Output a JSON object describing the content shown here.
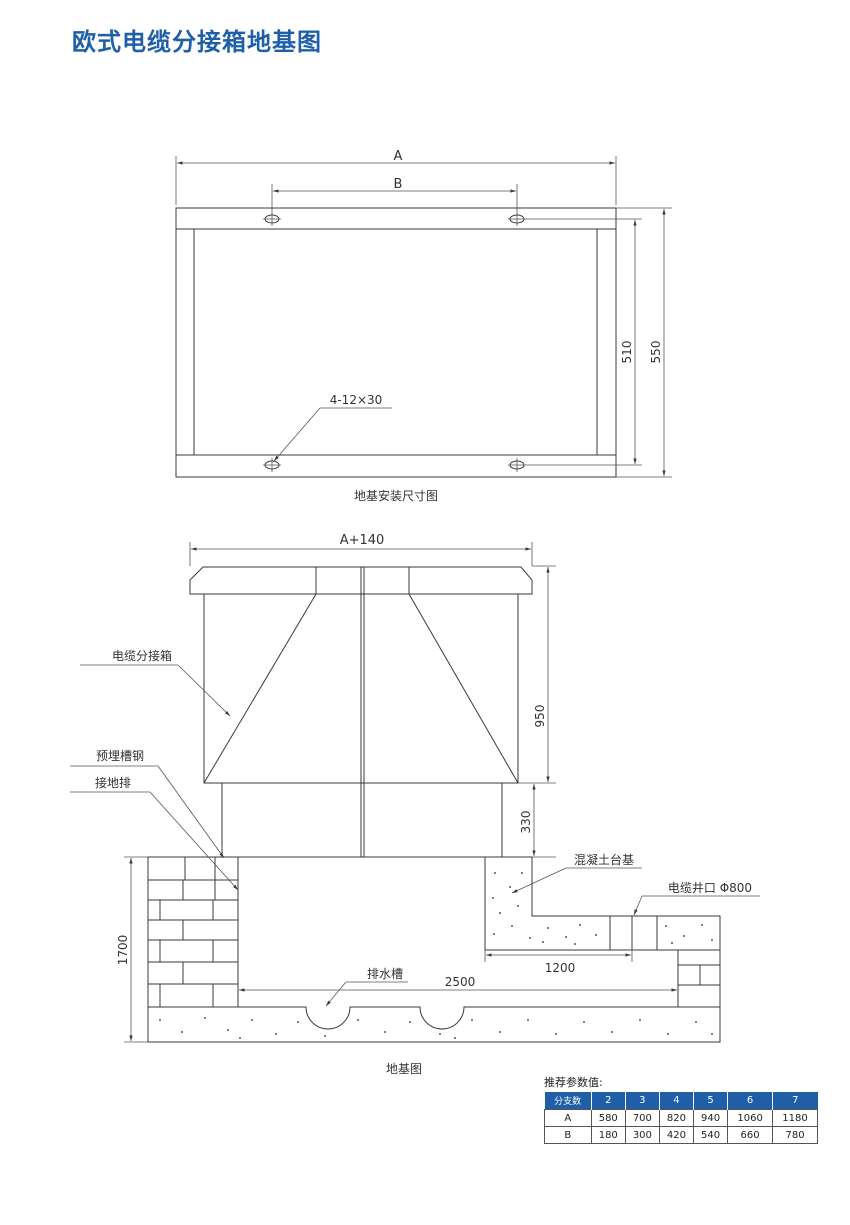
{
  "page": {
    "title": "欧式电缆分接箱地基图"
  },
  "plan_view": {
    "label_a": "A",
    "label_b": "B",
    "dim_510": "510",
    "dim_550": "550",
    "hole_note": "4-12×30",
    "caption": "地基安装尺寸图"
  },
  "section_view": {
    "label_a140": "A+140",
    "dim_950": "950",
    "dim_330": "330",
    "dim_1700": "1700",
    "dim_2500": "2500",
    "dim_1200": "1200",
    "callout_cabinet": "电缆分接箱",
    "callout_channel_steel": "预埋槽钢",
    "callout_ground_bar": "接地排",
    "callout_concrete_base": "混凝土台基",
    "callout_cable_well": "电缆井口 Φ800",
    "callout_drain": "排水槽",
    "caption": "地基图"
  },
  "params": {
    "caption": "推荐参数值:",
    "header": [
      "分支数",
      "2",
      "3",
      "4",
      "5",
      "6",
      "7"
    ],
    "rows": [
      [
        "A",
        "580",
        "700",
        "820",
        "940",
        "1060",
        "1180"
      ],
      [
        "B",
        "180",
        "300",
        "420",
        "540",
        "660",
        "780"
      ]
    ]
  },
  "colors": {
    "title": "#1f5fa8",
    "table_header": "#1f5fa8",
    "line": "#3a3a3a"
  }
}
